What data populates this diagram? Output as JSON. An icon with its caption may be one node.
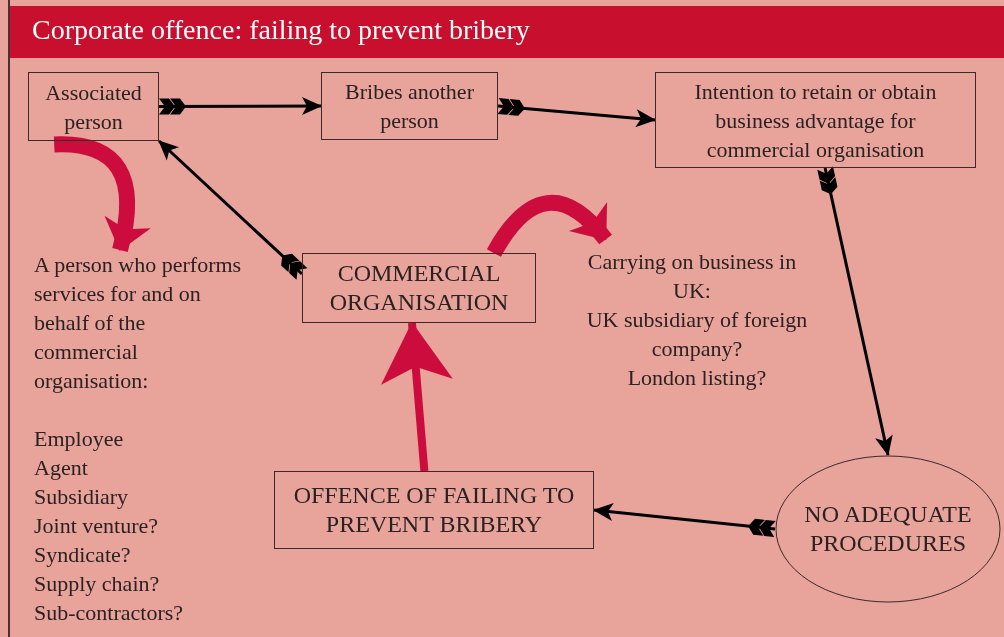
{
  "diagram": {
    "title": "Corporate offence: failing to prevent bribery",
    "nodes": [
      {
        "text": [
          "Associated person"
        ]
      },
      {
        "text": [
          "Bribes another person"
        ]
      },
      {
        "text": [
          "Intention to retain or obtain business advantage for commercial organisation"
        ]
      },
      {
        "text": [
          "COMMERCIAL ORGANISATION"
        ]
      },
      {
        "text": [
          "NO ADEQUATE PROCEDURES"
        ]
      },
      {
        "text": [
          "OFFENCE OF FAILING TO PREVENT BRIBERY"
        ]
      },
      {
        "text": [
          "A person who performs services for and on behalf of the commercial organisation:",
          "Employee",
          "Agent",
          "Subsidiary",
          "Joint venture?",
          "Syndicate?",
          "Supply chain?",
          "Sub-contractors?"
        ]
      },
      {
        "text": [
          "Carrying on business in UK:",
          "UK subsidiary of foreign company?",
          "London listing?"
        ]
      }
    ],
    "edges": [
      {
        "from": 0,
        "to": 1,
        "arrow": "to"
      },
      {
        "from": 1,
        "to": 2,
        "arrow": "to"
      },
      {
        "from": 2,
        "to": 4,
        "arrow": "to"
      },
      {
        "from": 4,
        "to": 5,
        "arrow": "to"
      },
      {
        "from": 3,
        "to": 0,
        "arrow": "to"
      },
      {
        "from": 0,
        "to": 6,
        "arrow": "to",
        "style": "thick",
        "color": "#cc0c3c"
      },
      {
        "from": 3,
        "to": 7,
        "arrow": "to",
        "style": "thick",
        "color": "#cc0c3c"
      },
      {
        "from": 5,
        "to": 3,
        "arrow": "to",
        "style": "thick",
        "color": "#cc0c3c"
      }
    ]
  }
}
